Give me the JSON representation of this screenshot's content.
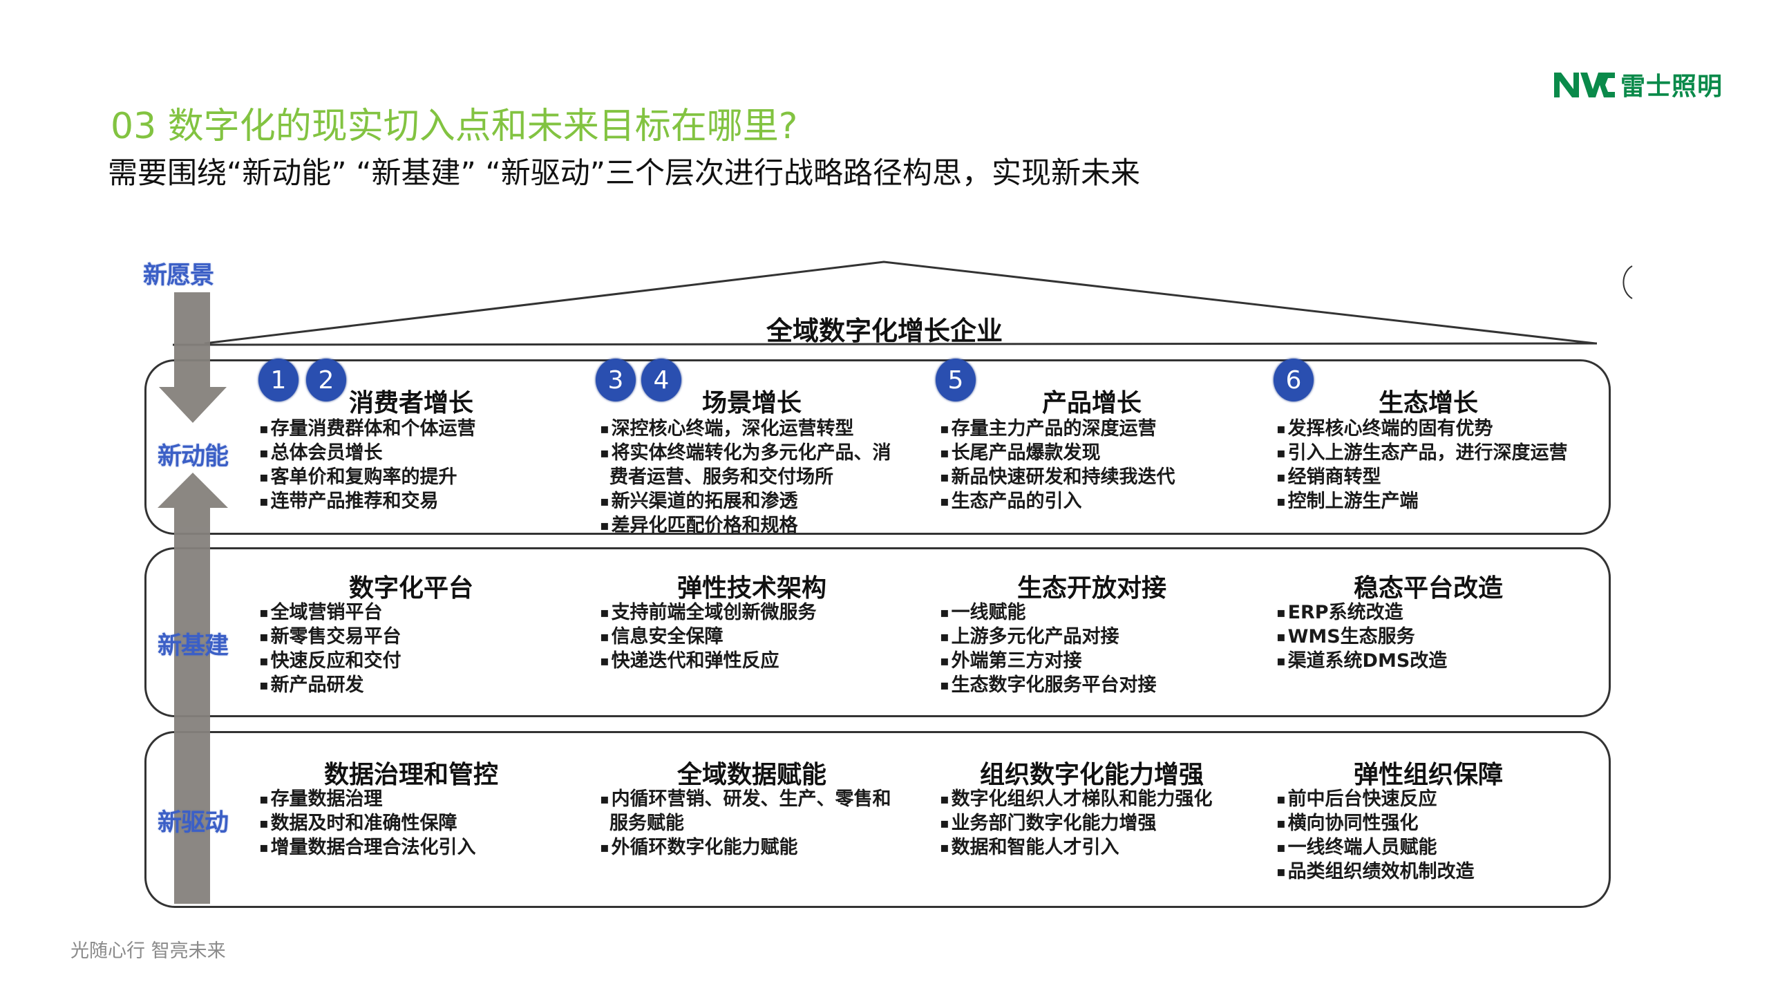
{
  "header": {
    "logo_text": "雷士照明",
    "logo_mark": "NVC",
    "title": "03 数字化的现实切入点和未来目标在哪里?",
    "subtitle": "需要围绕“新动能” “新基建” “新驱动”三个层次进行战略路径构思，实现新未来",
    "brand_color": "#0a8a4a",
    "title_color": "#82c341"
  },
  "diagram": {
    "vision_label": "新愿景",
    "roof_title": "全域数字化增长企业",
    "accent_color": "#3b5fc6",
    "badge_color": "#2a4fb0",
    "rows": [
      {
        "label": "新动能",
        "columns": [
          {
            "badges": [
              "1",
              "2"
            ],
            "title": "消费者增长",
            "bullets": [
              "存量消费群体和个体运营",
              "总体会员增长",
              "客单价和复购率的提升",
              "连带产品推荐和交易"
            ]
          },
          {
            "badges": [
              "3",
              "4"
            ],
            "title": "场景增长",
            "bullets": [
              "深控核心终端，深化运营转型",
              "将实体终端转化为多元化产品、消",
              "费者运营、服务和交付场所",
              "新兴渠道的拓展和渗透",
              "差异化匹配价格和规格"
            ]
          },
          {
            "badges": [
              "5"
            ],
            "title": "产品增长",
            "bullets": [
              "存量主力产品的深度运营",
              "长尾产品爆款发现",
              "新品快速研发和持续我迭代",
              "生态产品的引入"
            ]
          },
          {
            "badges": [
              "6"
            ],
            "title": "生态增长",
            "bullets": [
              "发挥核心终端的固有优势",
              "引入上游生态产品，进行深度运营",
              "经销商转型",
              "控制上游生产端"
            ]
          }
        ]
      },
      {
        "label": "新基建",
        "columns": [
          {
            "badges": [],
            "title": "数字化平台",
            "bullets": [
              "全域营销平台",
              "新零售交易平台",
              "快速反应和交付",
              "新产品研发"
            ]
          },
          {
            "badges": [],
            "title": "弹性技术架构",
            "bullets": [
              "支持前端全域创新微服务",
              "信息安全保障",
              "快递迭代和弹性反应"
            ]
          },
          {
            "badges": [],
            "title": "生态开放对接",
            "bullets": [
              "一线赋能",
              "上游多元化产品对接",
              "外端第三方对接",
              "生态数字化服务平台对接"
            ]
          },
          {
            "badges": [],
            "title": "稳态平台改造",
            "bullets": [
              "ERP系统改造",
              "WMS生态服务",
              "渠道系统DMS改造"
            ]
          }
        ]
      },
      {
        "label": "新驱动",
        "columns": [
          {
            "badges": [],
            "title": "数据治理和管控",
            "bullets": [
              "存量数据治理",
              "数据及时和准确性保障",
              "增量数据合理合法化引入"
            ]
          },
          {
            "badges": [],
            "title": "全域数据赋能",
            "bullets": [
              "内循环营销、研发、生产、零售和",
              "服务赋能",
              "外循环数字化能力赋能"
            ]
          },
          {
            "badges": [],
            "title": "组织数字化能力增强",
            "bullets": [
              "数字化组织人才梯队和能力强化",
              "业务部门数字化能力增强",
              "数据和智能人才引入"
            ]
          },
          {
            "badges": [],
            "title": "弹性组织保障",
            "bullets": [
              "前中后台快速反应",
              "横向协同性强化",
              "一线终端人员赋能",
              "品类组织绩效机制改造"
            ]
          }
        ]
      }
    ]
  },
  "footer": {
    "slogan": "光随心行   智亮未来"
  }
}
